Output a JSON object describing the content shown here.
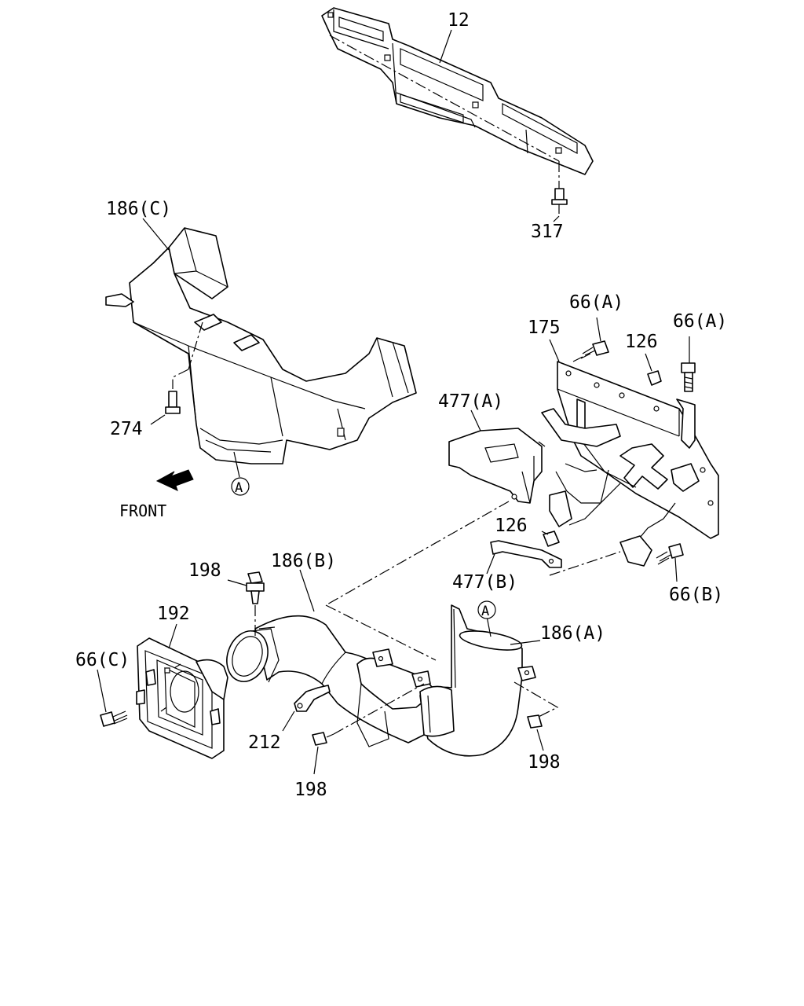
{
  "labels": {
    "p12": "12",
    "p317": "317",
    "p186c": "186(C)",
    "p274": "274",
    "front": "FRONT",
    "callout_a1": "A",
    "p66a_1": "66(A)",
    "p66a_2": "66(A)",
    "p175": "175",
    "p126_1": "126",
    "p477a": "477(A)",
    "p126_2": "126",
    "p477b": "477(B)",
    "p66b": "66(B)",
    "p198_1": "198",
    "p186b": "186(B)",
    "p192": "192",
    "p66c": "66(C)",
    "callout_a2": "A",
    "p186a": "186(A)",
    "p212": "212",
    "p198_2": "198",
    "p198_3": "198"
  },
  "icons": {
    "front_arrow": "arrow-down-left-icon",
    "callout": "circled-letter-icon"
  },
  "colors": {
    "line": "#000000",
    "background": "#ffffff"
  }
}
